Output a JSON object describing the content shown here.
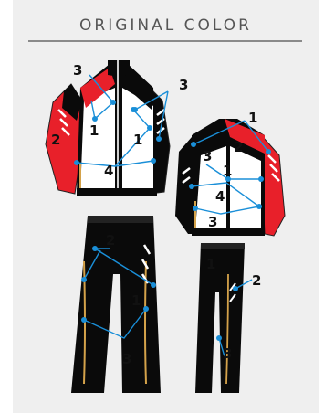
{
  "title": "ORIGINAL COLOR",
  "colors": {
    "panel_red": "#e8202a",
    "garment_black": "#0a0a0a",
    "panel_white": "#ffffff",
    "callout_blue": "#1a8fd8",
    "piping_gold": "#d4a24a",
    "background": "#efefef"
  },
  "labels": {
    "l1": "3",
    "l2": "1",
    "l3": "1",
    "l4": "3",
    "l5": "2",
    "l6": "4",
    "l7": "1",
    "l8": "2",
    "l9": "3",
    "l10": "1",
    "l11": "4",
    "l12": "3",
    "l13": "2",
    "l14": "1",
    "l15": "3",
    "l16": "1",
    "l17": "2",
    "l18": "3"
  }
}
